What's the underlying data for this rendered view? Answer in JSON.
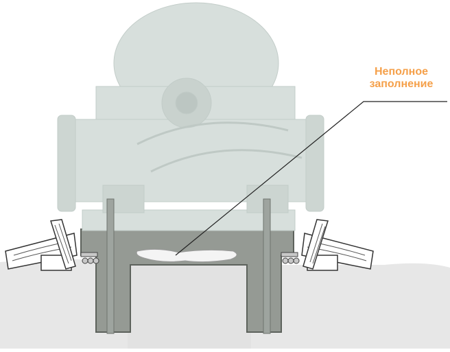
{
  "callout": {
    "line1": "Неполное",
    "line2": "заполнение"
  },
  "colors": {
    "callout_text": "#f5a04a",
    "pump_body": "#d6dedb",
    "pump_shadow": "#b9c4c0",
    "concrete": "#e6e6e6",
    "grout": "#8f948e",
    "grout_dark": "#6e736c",
    "void": "#f2f2f2",
    "bolt": "#9aa09b",
    "wood": "#ffffff"
  },
  "icons": {
    "pump": "centrifugal-pump-illustration",
    "wedge": "wooden-wedge",
    "shim": "steel-shim-stack"
  }
}
